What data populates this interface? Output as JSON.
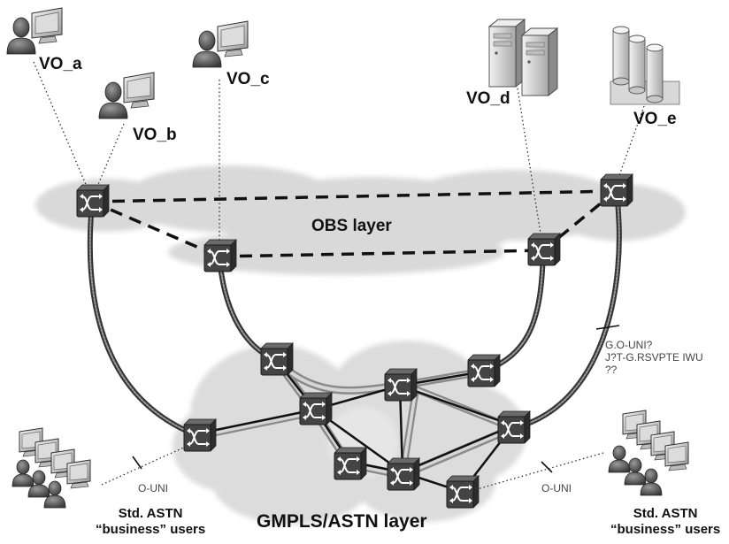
{
  "vo_labels": {
    "a": "VO_a",
    "b": "VO_b",
    "c": "VO_c",
    "d": "VO_d",
    "e": "VO_e"
  },
  "layers": {
    "obs": "OBS layer",
    "gmpls": "GMPLS/ASTN  layer"
  },
  "interfaces": {
    "left": "O-UNI",
    "right": "O-UNI",
    "note_line1": "G.O-UNI?",
    "note_line2": "J?T-G.RSVPTE IWU",
    "note_line3": "??"
  },
  "users_left": {
    "line1": "Std. ASTN",
    "line2": "“business” users"
  },
  "users_right": {
    "line1": "Std. ASTN",
    "line2": "“business” users"
  },
  "colors": {
    "cloud": "#dcdcdc",
    "switch_body": "#3a3a3a",
    "switch_face": "#4a4a4a",
    "fiber": "#444444",
    "lightpath": "#bdbdbd"
  },
  "icons": {
    "workstation": "user-workstation-icon",
    "server": "server-tower-icon",
    "storage": "storage-array-icon",
    "switch": "optical-switch-icon",
    "cloud": "cloud-shape"
  }
}
